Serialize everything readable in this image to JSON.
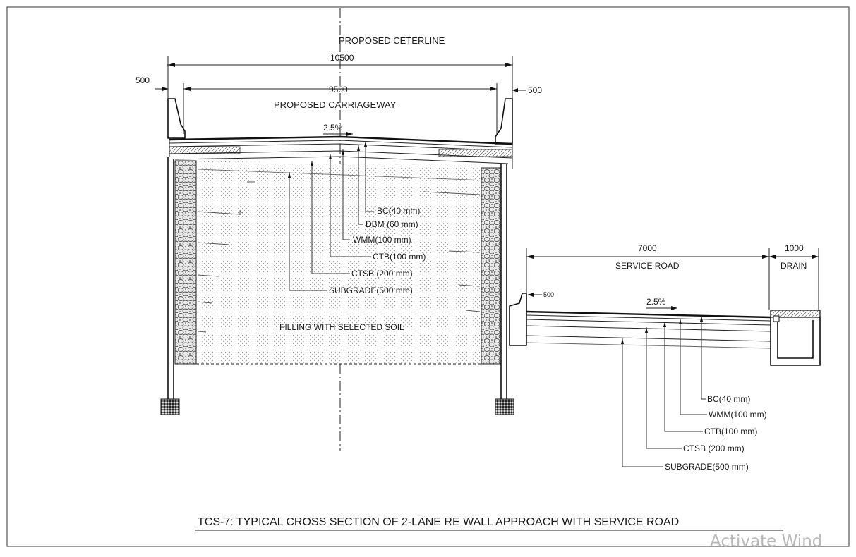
{
  "drawing": {
    "centerline_label": "PROPOSED CETERLINE",
    "overall_width": "10500",
    "left_kerb": "500",
    "right_kerb": "500",
    "carriageway_width": "9500",
    "carriageway_label": "PROPOSED CARRIAGEWAY",
    "main_slope": "2.5%",
    "main_layers": [
      "BC(40 mm)",
      "DBM (60 mm)",
      "WMM(100 mm)",
      "CTB(100 mm)",
      "CTSB (200 mm)",
      "SUBGRADE(500 mm)"
    ],
    "fill_label": "FILLING WITH SELECTED SOIL",
    "service_road_width": "7000",
    "service_road_label": "SERVICE ROAD",
    "drain_width": "1000",
    "drain_label": "DRAIN",
    "service_kerb": "500",
    "service_slope": "2.5%",
    "service_layers": [
      "BC(40 mm)",
      "WMM(100 mm)",
      "CTB(100 mm)",
      "CTSB (200 mm)",
      "SUBGRADE(500 mm)"
    ],
    "caption": "TCS-7: TYPICAL CROSS SECTION OF 2-LANE RE WALL APPROACH WITH SERVICE ROAD"
  },
  "overlay": {
    "watermark": "Activate Wind"
  }
}
